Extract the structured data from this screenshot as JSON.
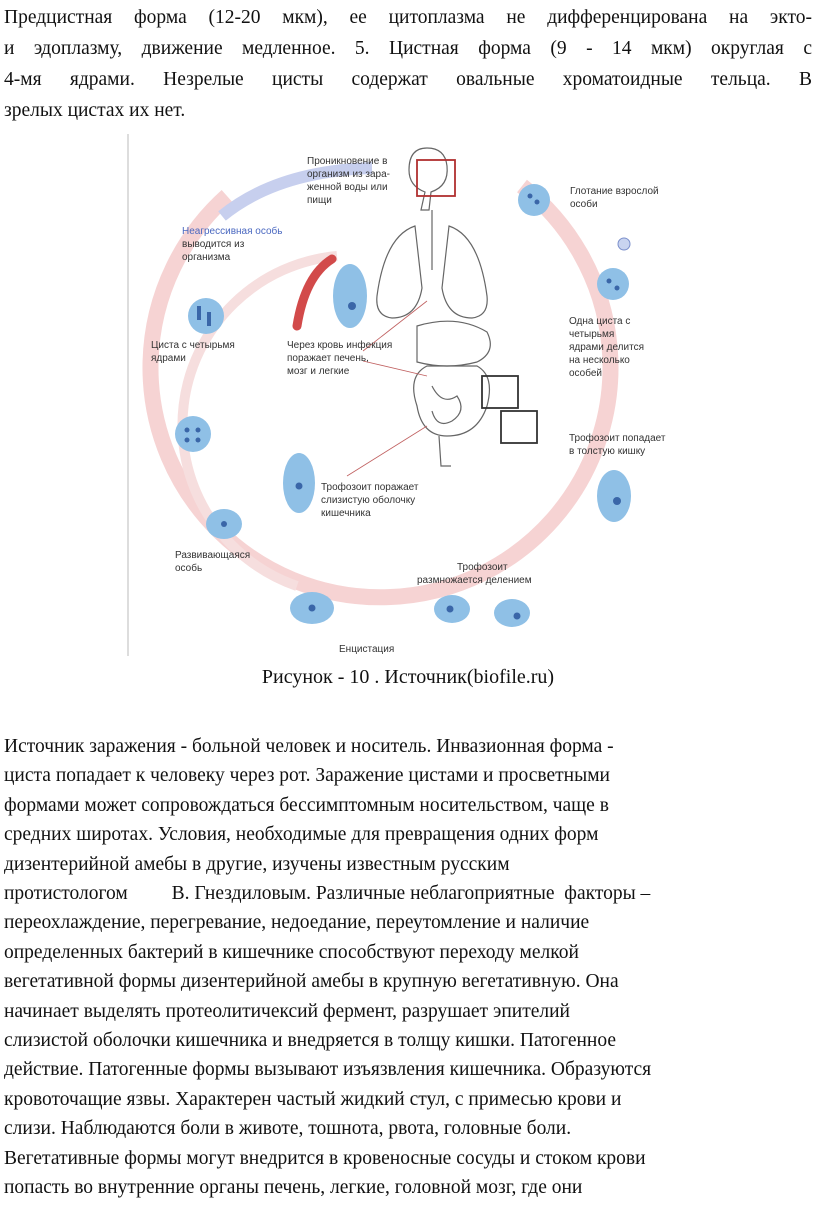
{
  "top_paragraph": [
    "Предцистная форма (12-20 мкм), ее цитоплазма не дифференцирована на экто-",
    "и эдоплазму, движение медленное. 5. Цистная форма (9 - 14 мкм) округлая с",
    "4-мя ядрами. Незрелые цисты содержат овальные хроматоидные тельца. В",
    "зрелых цистах их нет."
  ],
  "figure": {
    "labels": {
      "penetration": [
        "Проникновение в",
        "организм из зара-",
        "женной воды или",
        "пищи"
      ],
      "swallowing": [
        "Глотание взрослой",
        "особи"
      ],
      "nonaggressive": [
        "Неагрессивная особь",
        "выводится из",
        "организма"
      ],
      "cyst_four": [
        "Циста с четырьмя",
        "ядрами"
      ],
      "blood": [
        "Через кровь инфекция",
        "поражает печень,",
        "мозг и легкие"
      ],
      "one_cyst": [
        "Одна циста с",
        "четырьмя",
        "ядрами делится",
        "на несколько",
        "особей"
      ],
      "trophozoite_colon": [
        "Трофозоит попадает",
        "в толстую кишку"
      ],
      "trophozoite_mucosa": [
        "Трофозоит поражает",
        "слизистую оболочку",
        "кишечника"
      ],
      "developing": [
        "Развивающаяся",
        "особь"
      ],
      "trophozoite_division": [
        "Трофозоит",
        "размножается делением"
      ],
      "encystation": [
        "Енцистация"
      ]
    },
    "colors": {
      "cycle_arrow": "#f4c6c6",
      "blue_arrow": "#b9c3ea",
      "cell": "#8fc0e6",
      "nucleus": "#3a66a8",
      "box": "#b03030",
      "blood": "#cc3333"
    }
  },
  "caption": "Рисунок - 10 . Источник(biofile.ru)",
  "body_paragraph": [
    "Источник заражения - больной человек и носитель.  Инвазионная форма -",
    "циста попадает к человеку через рот. Заражение цистами и просветными",
    "формами может сопровождаться бессимптомным носительством, чаще в",
    "средних широтах. Условия, необходимые  для превращения  одних форм",
    "дизентерийной  амебы в другие, изучены  известным  русским",
    "протистологом         В. Гнездиловым. Различные неблагоприятные  факторы –",
    "переохлаждение, перегревание,  недоедание, переутомление и наличие",
    "определенных бактерий в кишечнике  способствуют переходу  мелкой",
    "вегетативной формы дизентерийной амебы в крупную вегетативную. Она",
    "начинает выделять протеолитичексий фермент, разрушает эпителий",
    "слизистой оболочки кишечника и внедряется в толщу кишки.  Патогенное",
    "действие. Патогенные формы вызывают изъязвления кишечника. Образуются",
    "кровоточащие язвы. Характерен частый жидкий стул, с примесью крови и",
    "слизи. Наблюдаются боли в животе, тошнота, рвота, головные боли.",
    "Вегетативные формы могут внедрится в  кровеносные сосуды и стоком крови",
    "попасть во внутренние органы печень, легкие, головной мозг, где они"
  ]
}
